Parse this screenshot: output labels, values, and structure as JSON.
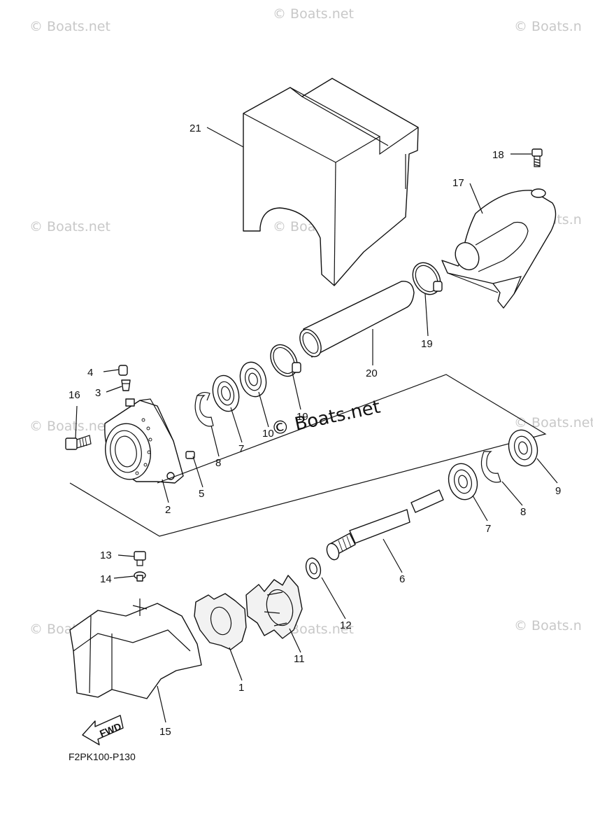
{
  "diagram": {
    "code": "F2PK100-P130",
    "fwd_label": "FWD",
    "watermark_main": "© Boats.net",
    "watermarks": [
      "© Boats.net",
      "© Boats.net",
      "© Boats.n",
      "© Boats.net",
      "© Boats.net",
      "© Boats.n",
      "© Boats.net",
      "© Boats.net",
      "© Boats.n",
      "© Boats.net"
    ],
    "callouts": [
      "1",
      "2",
      "3",
      "4",
      "5",
      "6",
      "7",
      "7",
      "8",
      "8",
      "9",
      "10",
      "11",
      "12",
      "13",
      "14",
      "15",
      "16",
      "17",
      "18",
      "19",
      "19",
      "20",
      "21"
    ]
  }
}
